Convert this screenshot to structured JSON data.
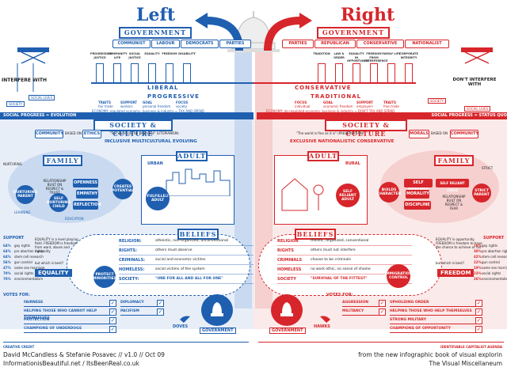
{
  "header": {
    "left_title": "Left",
    "right_title": "Right",
    "left_government": "GOVERNMENT",
    "right_government": "GOVERNMENT",
    "left_parties": [
      "COMMUNIST",
      "LABOUR",
      "DEMOCRATS",
      "PARTIES"
    ],
    "right_parties": [
      "PARTIES",
      "REPUBLICAN",
      "CONSERVATIVE",
      "NATIONALIST"
    ]
  },
  "pillars": {
    "left": [
      "PROGRESSIVE JUSTICE",
      "COMMUNITY LIFE",
      "SOCIAL JUSTICE",
      "EQUALITY",
      "FREEDOM",
      "DISABILITY"
    ],
    "right": [
      "TRADITION",
      "LAW & ORDER",
      "EQUALITY IN OPPORTUNITY",
      "FREEDOM FROM INTERFERENCE",
      "FAMILY LIFE",
      "CORPORATE INTEGRITY"
    ]
  },
  "values": {
    "liberal": "LIBERAL",
    "progressive": "PROGRESSIVE",
    "conservative": "CONSERVATIVE",
    "traditional": "TRADITIONAL",
    "traits_label": "TRAITS",
    "support_label": "SUPPORT",
    "goal_label": "GOAL",
    "focus_label": "FOCUS",
    "left_traits": "fair trade",
    "left_support": "workers",
    "left_goal": "personal freedom",
    "left_focus": "society",
    "right_focus": "individual",
    "right_goal": "economic freedom",
    "right_support": "employers",
    "right_traits": "free trade",
    "left_economy": "ECONOMY: regulated economy, business & industry = TAX AND SPEND",
    "right_economy": "ECONOMY: de-regulated economy, business & industry = DON'T TAX AND SPEND"
  },
  "side": {
    "interfere_with": "INTERFERE WITH",
    "society": "SOCIETY",
    "social_lives": "SOCIAL LIVES",
    "dont_interfere_with": "DON'T INTERFERE WITH",
    "left_band": "SOCIAL PROGRESS = EVOLUTION",
    "right_band": "SOCIAL PROGRESS = STATUS QUO"
  },
  "society": {
    "title_left": "SOCIETY & CULTURE",
    "title_right": "SOCIETY & CULTURE",
    "left_quote": "\"The world can be improved\" (UTOPIANISM)",
    "right_quote": "\"The world is fine as it is\" (PRESERVATION)",
    "left_tags": "INCLUSIVE  MULTICULTURAL  EVOLVING",
    "right_tags": "EXCLUSIVE  NATIONALISTIC  CONSERVATIVE",
    "community": "COMMUNITY",
    "based_on": "BASED ON",
    "ethics": "ETHICS",
    "morals": "MORALS",
    "based_on_r": "BASED ON",
    "community_r": "COMMUNITY"
  },
  "family": {
    "left_title": "FAMILY",
    "right_title": "FAMILY",
    "left_adult": "ADULT",
    "right_adult": "ADULT",
    "urban": "URBAN",
    "rural": "RURAL",
    "nurturing": "NURTURING",
    "strict": "STRICT",
    "nurturing_parent": "NURTURING PARENT",
    "strict_parent": "STRICT PARENT",
    "relationship_left": "RELATIONSHIP BUILT ON RESPECT & TRUST",
    "relationship_right": "RELATIONSHIP BUILT ON RESPECT & FEAR",
    "self_nurturing": "SELF NURTURING CHILD",
    "self_reliant": "SELF RELIANT CHILD",
    "openness": "OPENNESS",
    "empathy": "EMPATHY",
    "reflection": "REFLECTION",
    "creates_potential": "CREATES POTENTIAL",
    "fulfilled_adult": "FULFILLED ADULT",
    "self_reliant_adult": "SELF RELIANT ADULT",
    "self_defense": "SELF DEFENSE",
    "morality": "MORALITY",
    "discipline": "DISCIPLINE",
    "builds_character": "BUILDS CHARACTER",
    "learning": "LEARNING",
    "education": "EDUCATION"
  },
  "beliefs": {
    "left_title": "BELIEFS",
    "right_title": "BELIEFS",
    "left_rows": [
      {
        "k": "RELIGION:",
        "v": "atheistic, non-organized, unconventional"
      },
      {
        "k": "RIGHTS:",
        "v": "others must observe"
      },
      {
        "k": "CRIMINALS:",
        "v": "social and economic victims"
      },
      {
        "k": "HOMELESS:",
        "v": "social victims of the system"
      },
      {
        "k": "SOCIETY:",
        "v": "\"ONE FOR ALL AND ALL FOR ONE\""
      }
    ],
    "right_rows": [
      {
        "k": "RELIGION",
        "v": "theistic, organized, conventional"
      },
      {
        "k": "RIGHTS",
        "v": "others must not interfere"
      },
      {
        "k": "CRIMINALS",
        "v": "choose to be criminals"
      },
      {
        "k": "HOMELESS",
        "v": "no work ethic, no sense of shame"
      },
      {
        "k": "SOCIETY",
        "v": "\"SURVIVAL OF THE FITTEST\""
      }
    ],
    "equality_text": "EQUALITY is a level playing field. FREEDOM is freedom from want, abuse and inequality",
    "equality_q": "but which is best?",
    "equality": "EQUALITY",
    "freedom_text": "EQUALITY is opportunity. FREEDOM is freedom to have the chance to achieve or fail",
    "freedom_q": "but which is best?",
    "freedom": "FREEDOM",
    "protect_minorities": "PROTECT MINORITIES",
    "immigration_control": "IMMIGRATION CONTROL"
  },
  "support": {
    "left_label": "SUPPORT",
    "right_label": "SUPPORT",
    "left_list": [
      "gay rights",
      "pro abortion rights",
      "stem cell research",
      "gun control",
      "same sex marriage",
      "social rights",
      "environmentalism"
    ],
    "left_pct": [
      "64%",
      "64%",
      "64%",
      "56%",
      "47%",
      "70%",
      "70%"
    ],
    "right_list": [
      "gay rights",
      "pro abortion rights",
      "stem cell research",
      "gun control",
      "same sex marriage",
      "social rights",
      "environmentalism"
    ],
    "right_pct": [
      "19%",
      "30%",
      "42%",
      "22%",
      "19%",
      "23%",
      "26%"
    ]
  },
  "votes": {
    "left_label": "VOTES FOR:",
    "right_label": "VOTES FOR:",
    "left_col1": [
      "FAIRNESS",
      "HELPING THOSE WHO CANNOT HELP THEMSELVES",
      "PROTECTION",
      "CHAMPIONS OF UNDERDOGS"
    ],
    "left_col2": [
      "DIPLOMACY",
      "PACIFISM"
    ],
    "right_col1": [
      "AGGRESSION",
      "MILITANCY"
    ],
    "right_col2": [
      "UPHOLDING ORDER",
      "HELPING THOSE WHO HELP THEMSELVES",
      "STRONG MILITARY",
      "CHAMPIONS OF OPPORTUNITY"
    ],
    "doves": "DOVES",
    "hawks": "HAWKS",
    "government_left": "GOVERNMENT",
    "government_right": "GOVERNMENT"
  },
  "footer": {
    "creative_credit": "CREATIVE CREDIT",
    "authors": "David McCandless & Stefanie Posavec // v1.0 // Oct 09",
    "sites": "InformationisBeautiful.net / ItsBeenReal.co.uk",
    "right_header": "IDENTIFIABLE CAPITALIST AGENDA",
    "right_line1": "from the new infographic book of visual explorin",
    "right_line2": "The Visual Miscellaneum"
  },
  "colors": {
    "left": "#1f5fb0",
    "right": "#d7262b",
    "left_light": "#c9daf0",
    "right_light": "#f6cfcf"
  }
}
